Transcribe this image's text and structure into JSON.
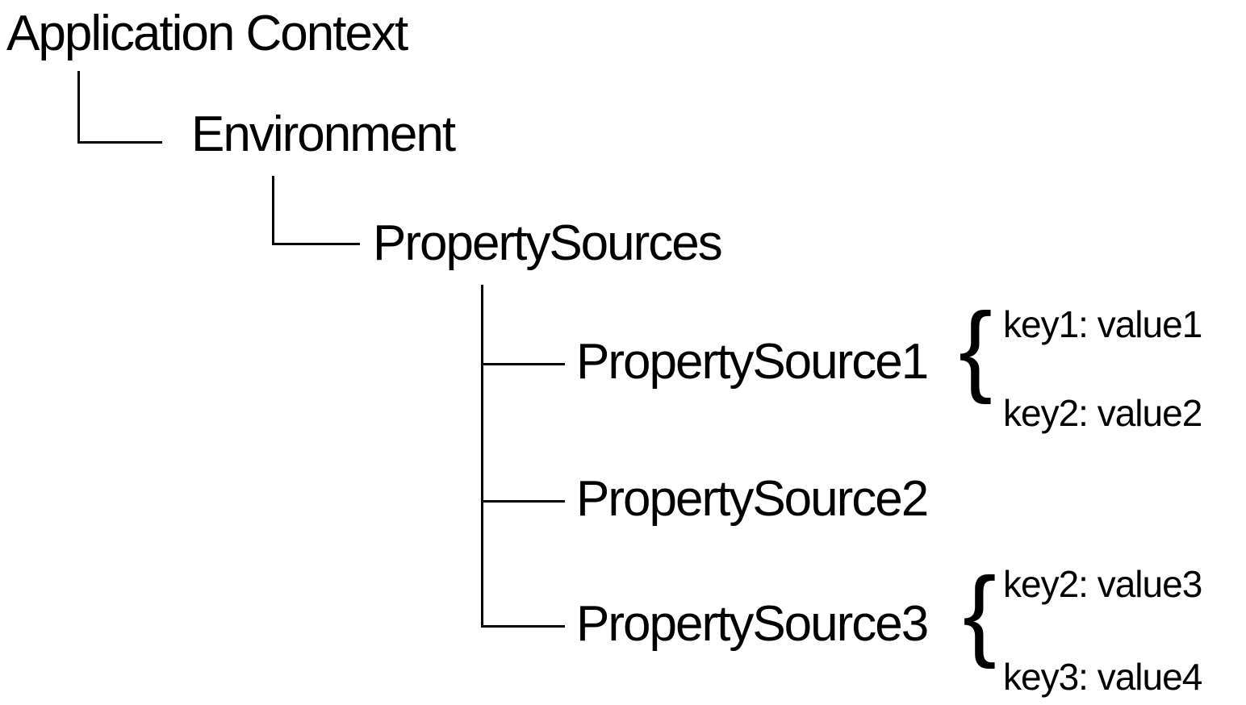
{
  "colors": {
    "text": "#000000",
    "line": "#000000",
    "background": "#ffffff"
  },
  "glyphs": {
    "left_curly_brace": "{"
  },
  "tree": {
    "label": "Application Context",
    "child": {
      "label": "Environment",
      "child": {
        "label": "PropertySources",
        "children": [
          {
            "label": "PropertySource1",
            "entries": [
              "key1: value1",
              "key2: value2"
            ]
          },
          {
            "label": "PropertySource2",
            "entries": []
          },
          {
            "label": "PropertySource3",
            "entries": [
              "key2: value3",
              "key3: value4"
            ]
          }
        ]
      }
    }
  }
}
